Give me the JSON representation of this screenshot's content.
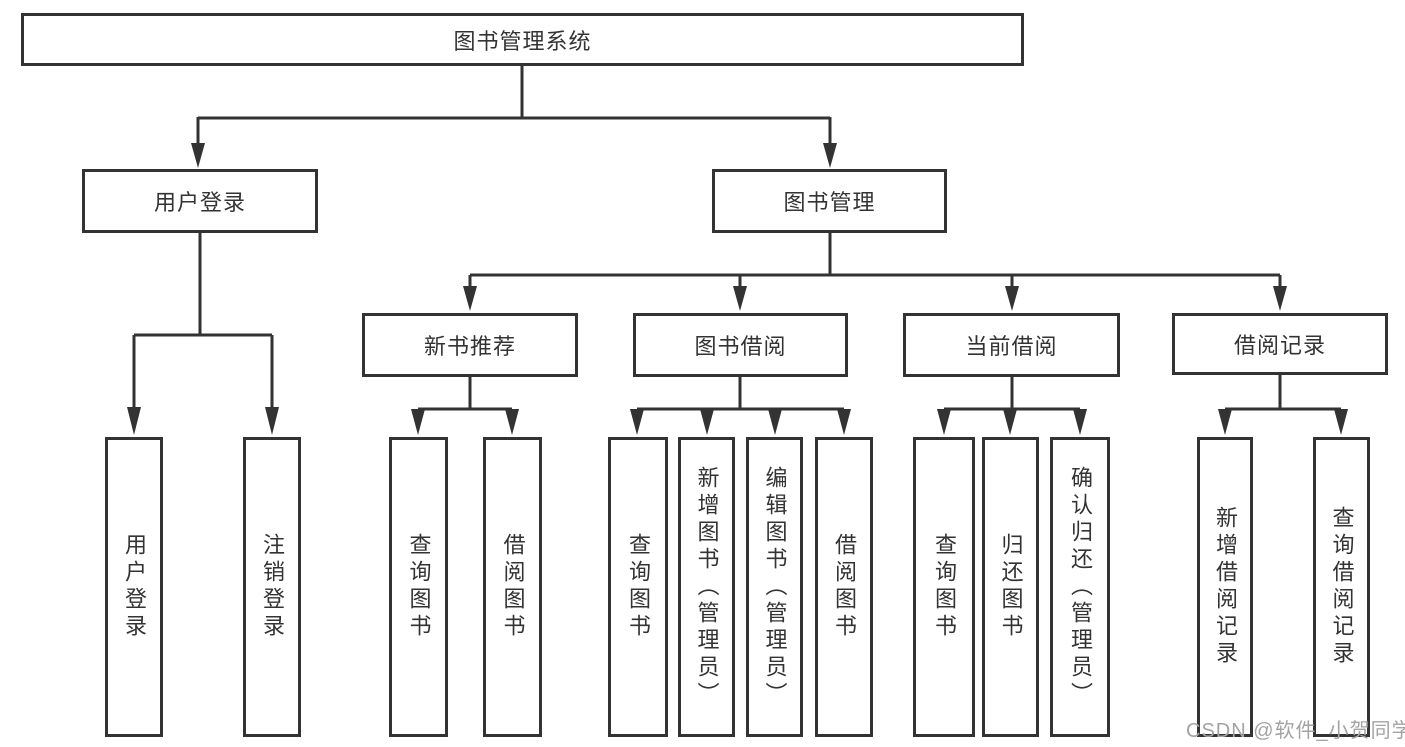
{
  "tree": {
    "root": {
      "label": "图书管理系统"
    },
    "user_branch": {
      "label": "用户登录",
      "leaves": [
        {
          "label": "用户登录"
        },
        {
          "label": "注销登录"
        }
      ]
    },
    "book_branch": {
      "label": "图书管理",
      "modules": [
        {
          "label": "新书推荐",
          "leaves": [
            {
              "label": "查询图书"
            },
            {
              "label": "借阅图书"
            }
          ]
        },
        {
          "label": "图书借阅",
          "leaves": [
            {
              "label": "查询图书"
            },
            {
              "label": "新增图书（管理员）"
            },
            {
              "label": "编辑图书（管理员）"
            },
            {
              "label": "借阅图书"
            }
          ]
        },
        {
          "label": "当前借阅",
          "leaves": [
            {
              "label": "查询图书"
            },
            {
              "label": "归还图书"
            },
            {
              "label": "确认归还（管理员）"
            }
          ]
        },
        {
          "label": "借阅记录",
          "leaves": [
            {
              "label": "新增借阅记录"
            },
            {
              "label": "查询借阅记录"
            }
          ]
        }
      ]
    }
  },
  "watermark": {
    "text": "CSDN @软件_小贺同学"
  },
  "colors": {
    "line": "#333333",
    "text": "#333333",
    "watermark": "#a3a3a3",
    "background": "#ffffff"
  }
}
